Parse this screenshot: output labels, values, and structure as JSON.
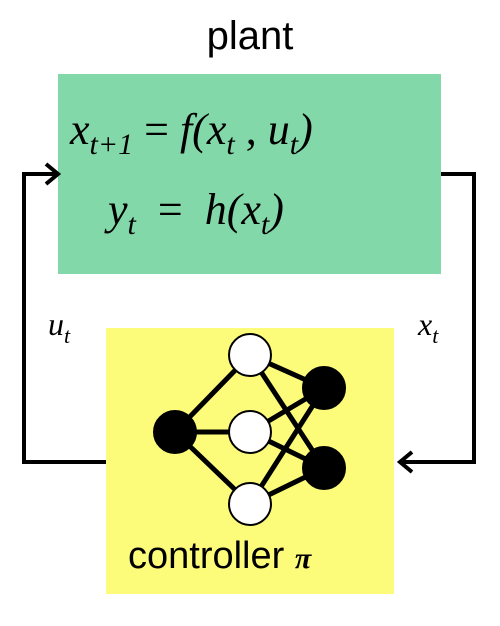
{
  "title": "plant",
  "plant": {
    "color": "#82d8a8",
    "eq1": {
      "x": "x",
      "x_sub": "t+1",
      "eq": "=",
      "f": "f(",
      "arg1": "x",
      "arg1_sub": "t",
      "comma": " ,",
      "arg2": "u",
      "arg2_sub": "t",
      "close": ")"
    },
    "eq2": {
      "y": "y",
      "y_sub": "t",
      "eq": "=",
      "h": "h(",
      "arg": "x",
      "arg_sub": "t",
      "close": ")"
    }
  },
  "controller": {
    "color": "#fdfb7a",
    "label": "controller",
    "symbol": "π"
  },
  "signals": {
    "u": "u",
    "u_sub": "t",
    "x": "x",
    "x_sub": "t"
  },
  "network": {
    "layers": [
      1,
      3,
      2
    ],
    "input_fill": "#000000",
    "hidden_fill": "#ffffff",
    "output_fill": "#000000"
  }
}
